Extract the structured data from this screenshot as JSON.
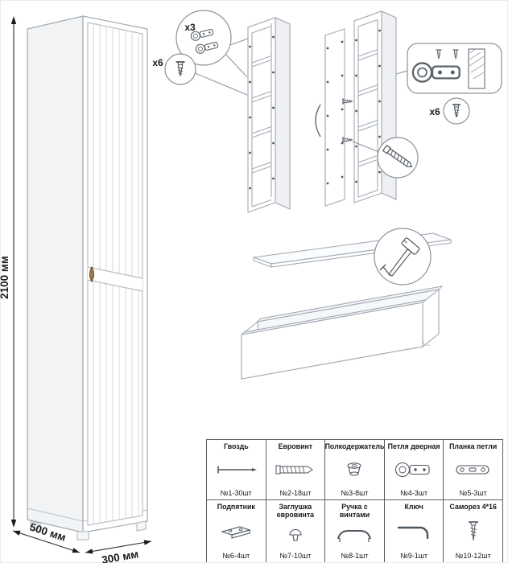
{
  "palette": {
    "line": "#a3aab2",
    "dark_line": "#4e565e",
    "dim_text": "#1b1b1b",
    "handle": "#9a7b4f"
  },
  "wardrobe": {
    "height_label": "2100 мм",
    "depth_label": "500 мм",
    "width_label": "300 мм"
  },
  "callouts": {
    "hinges_qty": "x3",
    "screws_qty_left": "х6",
    "screws_qty_right": "х6"
  },
  "parts": {
    "rows": [
      [
        {
          "name": "Гвоздь",
          "qty": "№1-30шт",
          "icon": "nail-icon"
        },
        {
          "name": "Евровинт",
          "qty": "№2-18шт",
          "icon": "euroscrew-icon"
        },
        {
          "name": "Полкодержатель",
          "qty": "№3-8шт",
          "icon": "shelf-pin-icon"
        },
        {
          "name": "Петля дверная",
          "qty": "№4-3шт",
          "icon": "door-hinge-icon"
        },
        {
          "name": "Планка петли",
          "qty": "№5-3шт",
          "icon": "hinge-plate-icon"
        }
      ],
      [
        {
          "name": "Подпятник",
          "qty": "№6-4шт",
          "icon": "foot-pad-icon"
        },
        {
          "name": "Заглушка евровинта",
          "qty": "№7-10шт",
          "icon": "screw-cap-icon"
        },
        {
          "name": "Ручка с винтами",
          "qty": "№8-1шт",
          "icon": "handle-icon"
        },
        {
          "name": "Ключ",
          "qty": "№9-1шт",
          "icon": "key-icon"
        },
        {
          "name": "Саморез 4*16",
          "qty": "№10-12шт",
          "icon": "tapping-screw-icon"
        }
      ]
    ]
  }
}
